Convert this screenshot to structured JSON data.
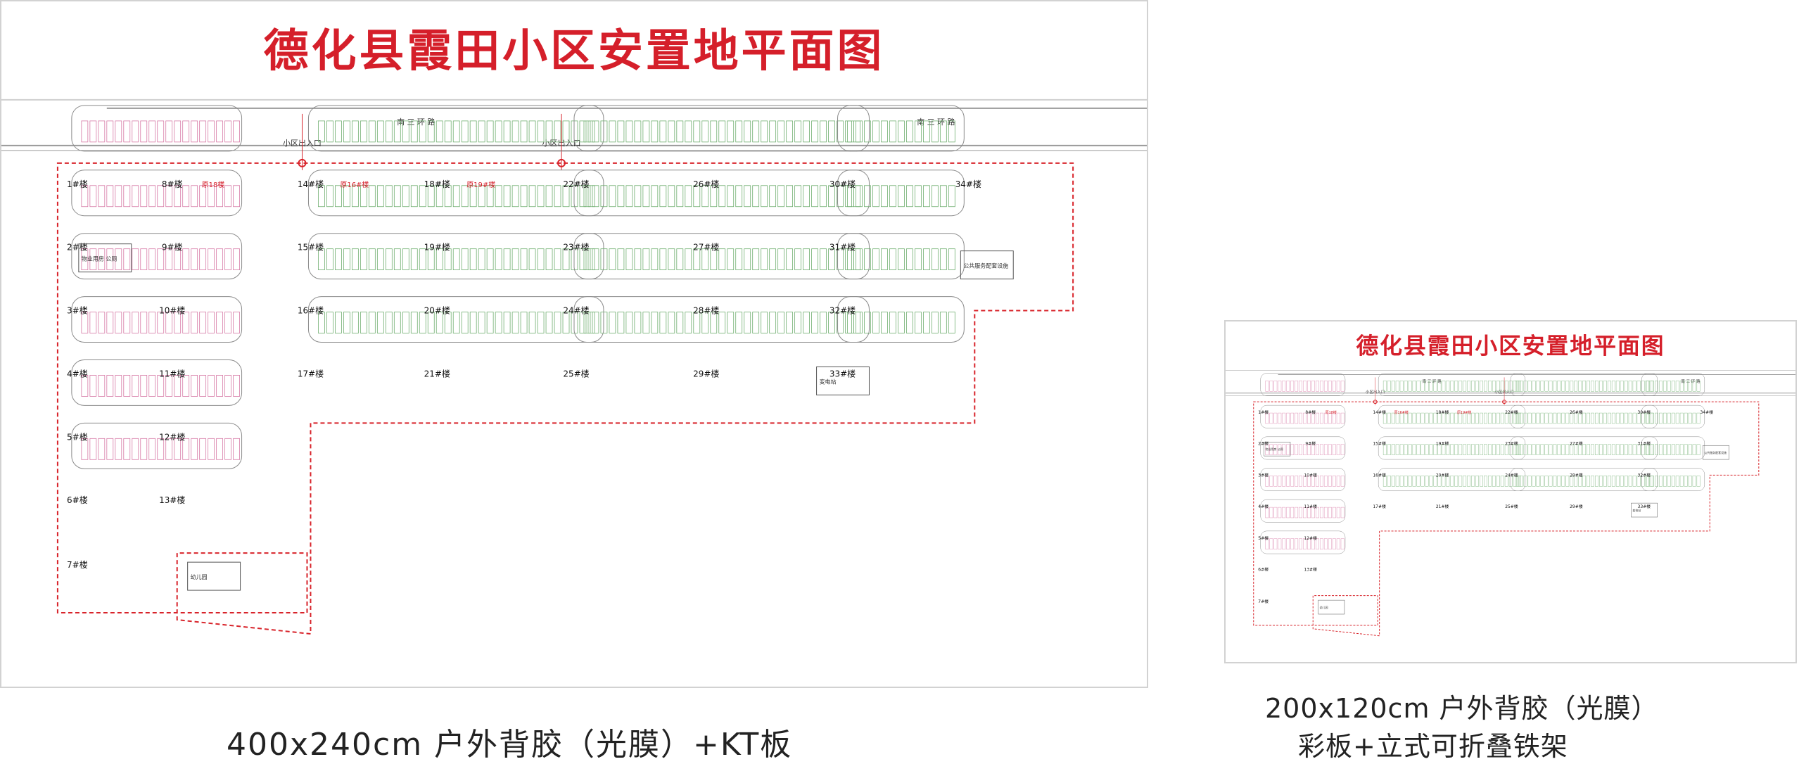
{
  "plan": {
    "title": "德化县霞田小区安置地平面图",
    "road_labels": [
      "南 三 环 路",
      "南 三 环 路"
    ],
    "entrance_label": "小区出入口",
    "buildings": [
      {
        "label": "1#楼",
        "row": 0,
        "col": 0
      },
      {
        "label": "8#楼",
        "row": 0,
        "col": 1,
        "note": "原18楼"
      },
      {
        "label": "14#楼",
        "row": 0,
        "col": 2,
        "note": "原16#楼"
      },
      {
        "label": "18#楼",
        "row": 0,
        "col": 3,
        "note": "原19#楼"
      },
      {
        "label": "22#楼",
        "row": 0,
        "col": 4
      },
      {
        "label": "26#楼",
        "row": 0,
        "col": 5
      },
      {
        "label": "30#楼",
        "row": 0,
        "col": 6
      },
      {
        "label": "34#楼",
        "row": 0,
        "col": 7
      },
      {
        "label": "2#楼",
        "row": 1,
        "col": 0
      },
      {
        "label": "9#楼",
        "row": 1,
        "col": 1
      },
      {
        "label": "15#楼",
        "row": 1,
        "col": 2
      },
      {
        "label": "19#楼",
        "row": 1,
        "col": 3
      },
      {
        "label": "23#楼",
        "row": 1,
        "col": 4
      },
      {
        "label": "27#楼",
        "row": 1,
        "col": 5
      },
      {
        "label": "31#楼",
        "row": 1,
        "col": 6
      },
      {
        "label": "3#楼",
        "row": 2,
        "col": 0
      },
      {
        "label": "10#楼",
        "row": 2,
        "col": 1
      },
      {
        "label": "16#楼",
        "row": 2,
        "col": 2
      },
      {
        "label": "20#楼",
        "row": 2,
        "col": 3
      },
      {
        "label": "24#楼",
        "row": 2,
        "col": 4
      },
      {
        "label": "28#楼",
        "row": 2,
        "col": 5
      },
      {
        "label": "32#楼",
        "row": 2,
        "col": 6
      },
      {
        "label": "4#楼",
        "row": 3,
        "col": 0
      },
      {
        "label": "11#楼",
        "row": 3,
        "col": 1
      },
      {
        "label": "17#楼",
        "row": 3,
        "col": 2
      },
      {
        "label": "21#楼",
        "row": 3,
        "col": 3
      },
      {
        "label": "25#楼",
        "row": 3,
        "col": 4
      },
      {
        "label": "29#楼",
        "row": 3,
        "col": 5
      },
      {
        "label": "33#楼",
        "row": 3,
        "col": 6
      },
      {
        "label": "5#楼",
        "row": 4,
        "col": 0
      },
      {
        "label": "12#楼",
        "row": 4,
        "col": 1
      },
      {
        "label": "6#楼",
        "row": 5,
        "col": 0
      },
      {
        "label": "13#楼",
        "row": 5,
        "col": 1
      },
      {
        "label": "7#楼",
        "row": 6,
        "col": 0
      }
    ],
    "facility_labels": [
      "物业用房 公厕",
      "幼儿园",
      "公共服务配套设施",
      "变电站"
    ]
  },
  "captions": {
    "large": "400x240cm 户外背胶（光膜）+KT板",
    "small_line1": "200x120cm 户外背胶（光膜）",
    "small_line2": "彩板+立式可折叠铁架"
  },
  "colors": {
    "title_red": "#d51f2a",
    "boundary_red": "#d8232a",
    "line_gray": "#9a9a9a",
    "unit_green": "#6fae6f",
    "unit_pink": "#d77aa6"
  }
}
